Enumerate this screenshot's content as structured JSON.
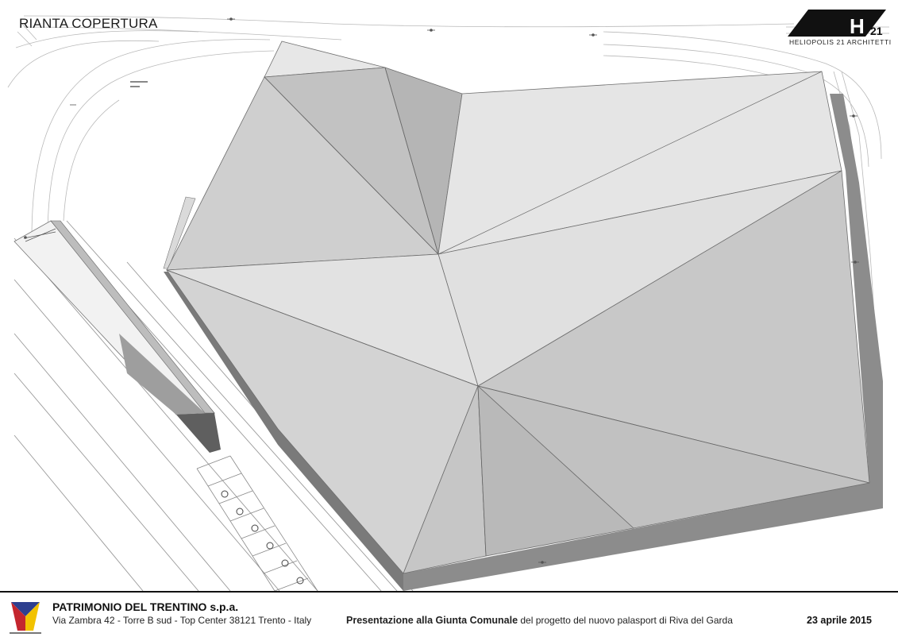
{
  "title": "RIANTA COPERTURA",
  "logo": {
    "mark": "H",
    "number": "21",
    "firm": "HELIOPOLIS 21 ARCHITETTI"
  },
  "footer": {
    "company": "PATRIMONIO DEL TRENTINO s.p.a.",
    "address": "Via Zambra 42 - Torre B sud - Top Center 38121 Trento - Italy",
    "presentation_bold": "Presentazione alla Giunta Comunale",
    "presentation_rest": " del progetto del nuovo palasport di Riva del Garda",
    "date": "23 aprile 2015",
    "logo_icon": "patrimonio-trentino-logo-icon"
  },
  "colors": {
    "roof_light": "#e4e4e4",
    "roof_mid": "#d2d2d2",
    "roof_dark": "#bdbdbd",
    "shadow": "#8c8c8c",
    "line": "#6e6e6e",
    "logo_blue": "#2e3f8f",
    "logo_yellow": "#f2c200",
    "logo_red": "#c4262e"
  }
}
